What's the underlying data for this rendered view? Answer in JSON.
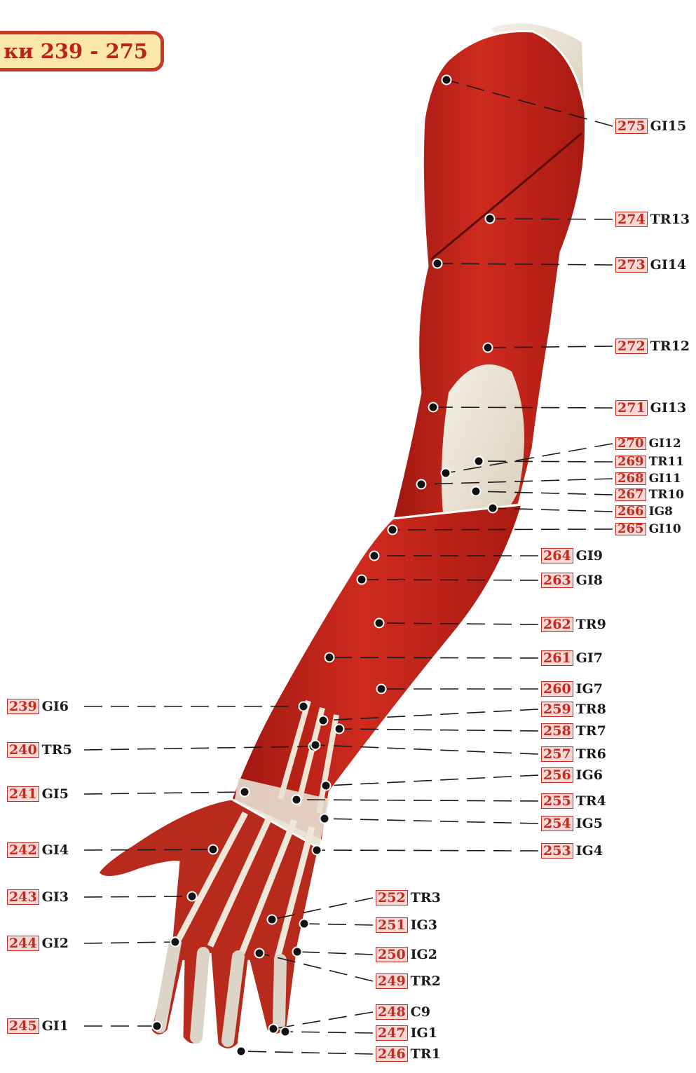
{
  "title": "ки 239 - 275",
  "colors": {
    "muscle": "#c8261c",
    "accent": "#c22a1e",
    "tendon": "#efe6d8",
    "label_bg": "#f7d8d4"
  },
  "points": [
    {
      "num": "239",
      "code": "GI6"
    },
    {
      "num": "240",
      "code": "TR5"
    },
    {
      "num": "241",
      "code": "GI5"
    },
    {
      "num": "242",
      "code": "GI4"
    },
    {
      "num": "243",
      "code": "GI3"
    },
    {
      "num": "244",
      "code": "GI2"
    },
    {
      "num": "245",
      "code": "GI1"
    },
    {
      "num": "246",
      "code": "TR1"
    },
    {
      "num": "247",
      "code": "IG1"
    },
    {
      "num": "248",
      "code": "C9"
    },
    {
      "num": "249",
      "code": "TR2"
    },
    {
      "num": "250",
      "code": "IG2"
    },
    {
      "num": "251",
      "code": "IG3"
    },
    {
      "num": "252",
      "code": "TR3"
    },
    {
      "num": "253",
      "code": "IG4"
    },
    {
      "num": "254",
      "code": "IG5"
    },
    {
      "num": "255",
      "code": "TR4"
    },
    {
      "num": "256",
      "code": "IG6"
    },
    {
      "num": "257",
      "code": "TR6"
    },
    {
      "num": "258",
      "code": "TR7"
    },
    {
      "num": "259",
      "code": "TR8"
    },
    {
      "num": "260",
      "code": "IG7"
    },
    {
      "num": "261",
      "code": "GI7"
    },
    {
      "num": "262",
      "code": "TR9"
    },
    {
      "num": "263",
      "code": "GI8"
    },
    {
      "num": "264",
      "code": "GI9"
    },
    {
      "num": "265",
      "code": "GI10"
    },
    {
      "num": "266",
      "code": "IG8"
    },
    {
      "num": "267",
      "code": "TR10"
    },
    {
      "num": "268",
      "code": "GI11"
    },
    {
      "num": "269",
      "code": "TR11"
    },
    {
      "num": "270",
      "code": "GI12"
    },
    {
      "num": "271",
      "code": "GI13"
    },
    {
      "num": "272",
      "code": "TR12"
    },
    {
      "num": "273",
      "code": "GI14"
    },
    {
      "num": "274",
      "code": "TR13"
    },
    {
      "num": "275",
      "code": "GI15"
    }
  ]
}
